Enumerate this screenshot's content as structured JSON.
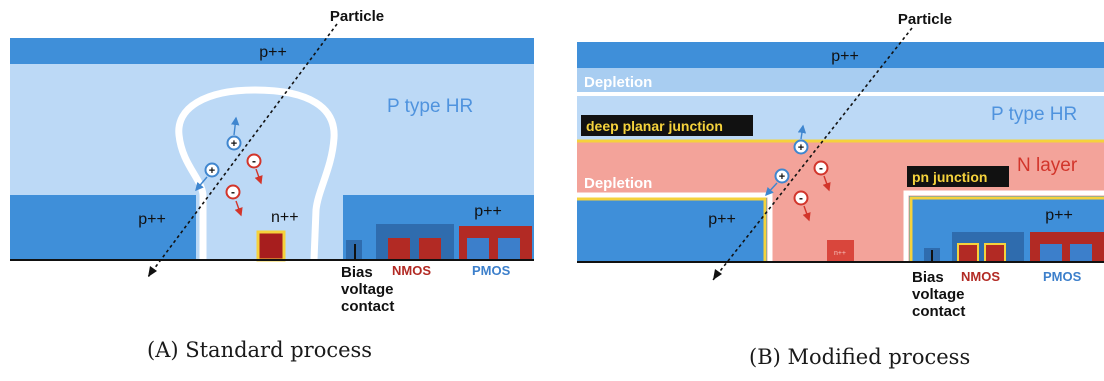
{
  "panel_a": {
    "particle": "Particle",
    "p_top": "p++",
    "p_type_hr": "P type HR",
    "p_left": "p++",
    "p_right": "p++",
    "n_plus": "n++",
    "bias": [
      "Bias",
      "voltage",
      "contact"
    ],
    "nmos": "NMOS",
    "pmos": "PMOS",
    "caption": "(A) Standard process"
  },
  "panel_b": {
    "particle": "Particle",
    "p_top": "p++",
    "depletion_top": "Depletion",
    "p_type_hr": "P type HR",
    "deep_planar": "deep planar junction",
    "n_layer": "N layer",
    "depletion_mid": "Depletion",
    "pn_junction": "pn junction",
    "p_left": "p++",
    "p_right": "p++",
    "n_plus": "n++",
    "bias": [
      "Bias",
      "voltage",
      "contact"
    ],
    "nmos": "NMOS",
    "pmos": "PMOS",
    "caption": "(B) Modified process"
  },
  "charge": {
    "hole": "+",
    "electron": "-"
  },
  "colors": {
    "p_plus_blue": "#3f8fd9",
    "hr_light_blue": "#bcd9f6",
    "n_layer_pink": "#f3a39a",
    "junction_yellow": "#f5d23c",
    "nmos_red": "#b22a24",
    "pmos_blue": "#3c7fcb",
    "hole_blue": "#3f86cf",
    "electron_red": "#d2352b"
  }
}
